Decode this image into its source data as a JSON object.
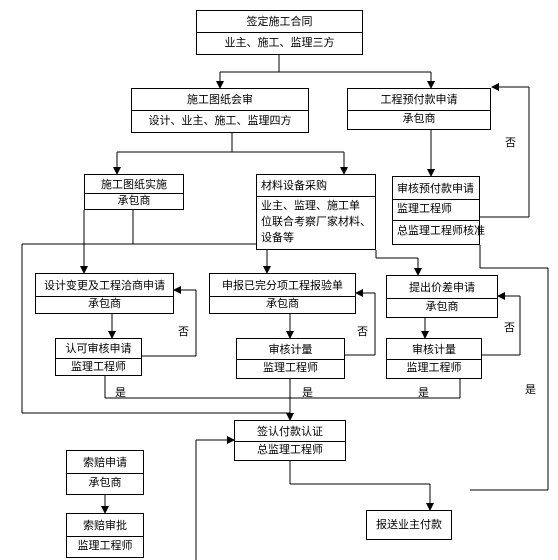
{
  "boxes": {
    "contract": {
      "title": "签定施工合同",
      "sub": "业主、施工、监理三方"
    },
    "drawing_review": {
      "title": "施工图纸会审",
      "sub": "设计、业主、施工、监理四方"
    },
    "prepay_apply": {
      "title": "工程预付款申请",
      "sub": "承包商"
    },
    "drawing_impl": {
      "title": "施工图纸实施",
      "sub": "承包商"
    },
    "material": {
      "title": "材料设备采购",
      "lines": [
        "业主、监理、施工单",
        "位联合考察厂家材料、",
        "设备等"
      ]
    },
    "prepay_review": {
      "title": "审核预付款申请",
      "sub1": "监理工程师",
      "sub2": "总监理工程师核准"
    },
    "design_change": {
      "title": "设计变更及工程洽商申请",
      "sub": "承包商"
    },
    "approve_review": {
      "title": "认可审核申请",
      "sub": "监理工程师"
    },
    "report_done": {
      "title": "申报已完分项工程报验单",
      "sub": "承包商"
    },
    "measure_a": {
      "title": "审核计量",
      "sub": "监理工程师"
    },
    "price_diff": {
      "title": "提出价差申请",
      "sub": "承包商"
    },
    "measure_b": {
      "title": "审核计量",
      "sub": "监理工程师"
    },
    "payment_cert": {
      "title": "签认付款认证",
      "sub": "总监理工程师"
    },
    "claim_apply": {
      "title": "索赔申请",
      "sub": "承包商"
    },
    "claim_approve": {
      "title": "索赔审批",
      "sub": "监理工程师"
    },
    "submit_owner": {
      "title": "报送业主付款"
    }
  },
  "labels": {
    "no1": "否",
    "no2": "否",
    "no3": "否",
    "no4": "否",
    "yes1": "是",
    "yes2": "是",
    "yes3": "是",
    "yes4": "是"
  }
}
